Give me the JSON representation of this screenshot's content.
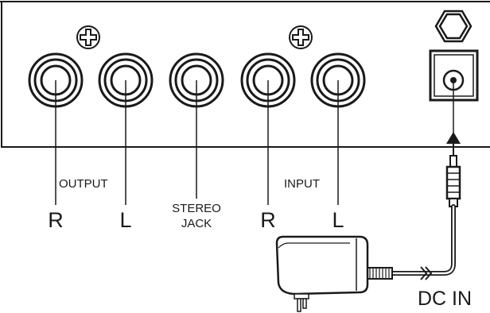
{
  "labels": {
    "output": "OUTPUT",
    "input": "INPUT",
    "stereo_line1": "STEREO",
    "stereo_line2": "JACK",
    "r_output": "R",
    "l_output": "L",
    "r_input": "R",
    "l_input": "L",
    "dc_in": "DC IN"
  },
  "colors": {
    "line": "#1a1a1a",
    "background": "#ffffff"
  }
}
